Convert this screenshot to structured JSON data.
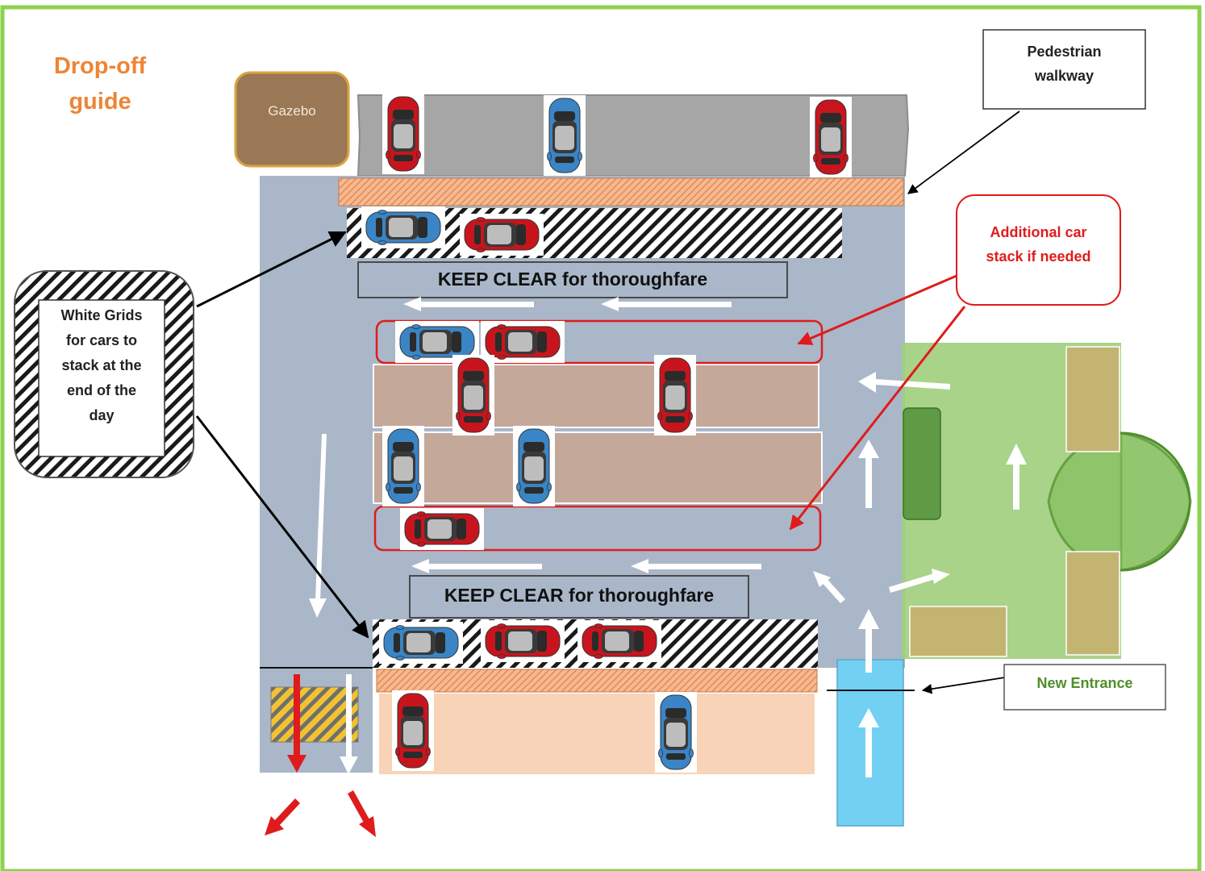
{
  "title": {
    "line1": "Drop-off",
    "line2": "guide"
  },
  "gazebo": {
    "label": "Gazebo"
  },
  "pedestrian_callout": {
    "line1": "Pedestrian",
    "line2": "walkway"
  },
  "white_grids_callout": {
    "lines": [
      "White Grids",
      "for cars to",
      "stack at the",
      "end of the",
      "day"
    ]
  },
  "additional_stack_callout": {
    "line1": "Additional car",
    "line2": "stack if needed"
  },
  "keep_clear_top": "KEEP CLEAR for thoroughfare",
  "keep_clear_bottom": "KEEP CLEAR for thoroughfare",
  "new_entrance_callout": "New Entrance",
  "colors": {
    "border": "#8cd24f",
    "road": "#a9b7c9",
    "title": "#ee8436",
    "car_red": "#c8151d",
    "car_blue": "#3a85c6",
    "warning_red": "#e01b1b",
    "entrance_blue": "#72d0f3",
    "lawn": "#9fce7c"
  }
}
